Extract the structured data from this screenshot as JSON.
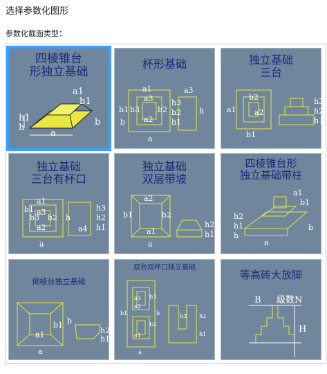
{
  "page": {
    "title": "选择参数化图形",
    "subtitle": "参数化截面类型："
  },
  "tiles": [
    {
      "label_lines": [
        "四棱锥台",
        "形独立基础"
      ],
      "dims": [
        "a1",
        "b1",
        "h1",
        "h",
        "a",
        "b"
      ],
      "selected": true
    },
    {
      "label_lines": [
        "杯形基础"
      ],
      "dims": [
        "a1",
        "b1",
        "a3",
        "b3",
        "a2",
        "b2",
        "h3",
        "h2",
        "h",
        "h1",
        "a3",
        "b",
        "a"
      ],
      "selected": false
    },
    {
      "label_lines": [
        "独立基础",
        "三台"
      ],
      "dims": [
        "a1",
        "b2",
        "a2",
        "b1",
        "h3",
        "h2",
        "h1"
      ],
      "selected": false
    },
    {
      "label_lines": [
        "独立基础",
        "三台有杯口"
      ],
      "dims": [
        "a1",
        "b1",
        "a3",
        "b3",
        "a2",
        "b2",
        "h",
        "a4",
        "h3",
        "h2",
        "h1",
        "a"
      ],
      "selected": false
    },
    {
      "label_lines": [
        "独立基础",
        "双层带坡"
      ],
      "dims": [
        "a2",
        "b1",
        "b2",
        "a1",
        "h2",
        "h1",
        "a"
      ],
      "selected": false
    },
    {
      "label_lines": [
        "四棱锥台形",
        "独立基础带柱"
      ],
      "dims": [
        "a1",
        "b1",
        "h2",
        "h1",
        "h",
        "a",
        "b"
      ],
      "selected": false
    },
    {
      "label_lines": [
        "倒棱台独立基础"
      ],
      "dims": [
        "b1",
        "a1",
        "b",
        "h2",
        "h1",
        "a"
      ],
      "selected": false
    },
    {
      "label_lines": [
        "双台双杯口独立基础"
      ],
      "dims": [
        "a3",
        "b3",
        "a2",
        "b2",
        "a1",
        "b1",
        "b",
        "h3",
        "h2",
        "h1",
        "a"
      ],
      "selected": false
    },
    {
      "label_lines": [
        "等高砖大放脚"
      ],
      "dims": [
        "B",
        "级数N",
        "H"
      ],
      "selected": false
    }
  ]
}
